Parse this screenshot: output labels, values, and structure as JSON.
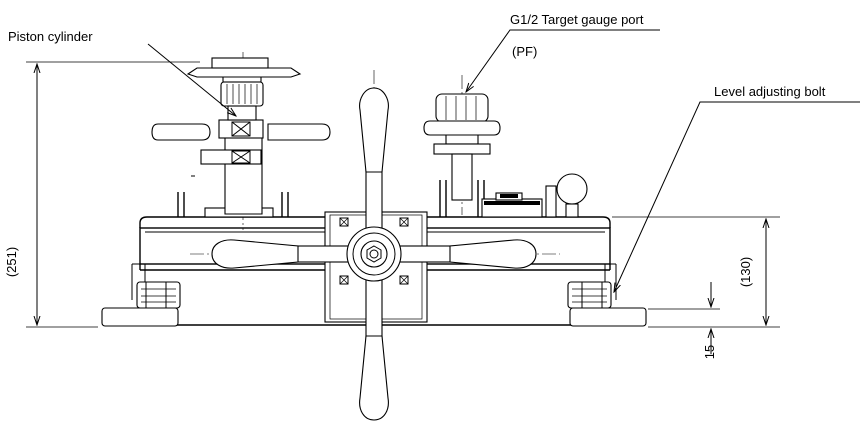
{
  "labels": {
    "piston_cylinder": "Piston cylinder",
    "target_port": "G1/2  Target gauge port",
    "target_port_sub": "(PF)",
    "level_bolt": "Level adjusting bolt"
  },
  "dimensions": {
    "overall_height": "(251)",
    "body_height": "(130)",
    "foot_height": "15"
  }
}
